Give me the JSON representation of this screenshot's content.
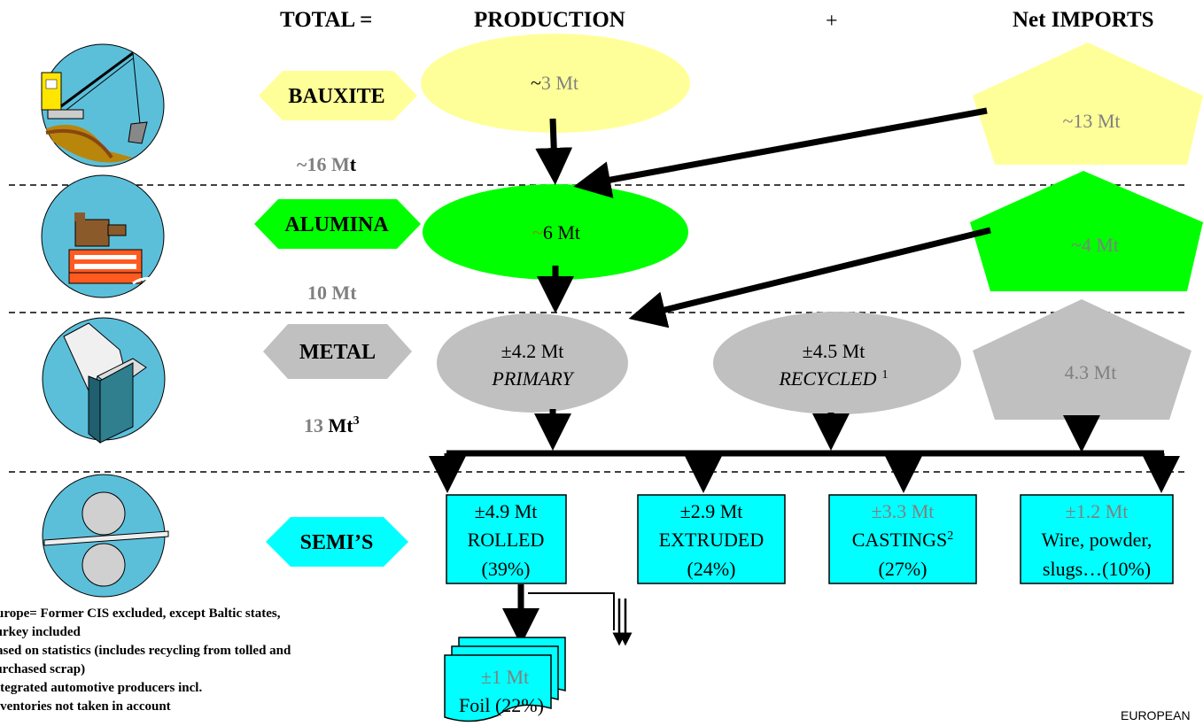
{
  "header": {
    "total": "TOTAL =",
    "production": "PRODUCTION",
    "plus": "+",
    "net_imports": "Net IMPORTS"
  },
  "stages": {
    "bauxite": {
      "label": "BAUXITE",
      "total_prefix": "~16 M",
      "total_suffix": "t",
      "production_tilde": "~",
      "production_value": "3 Mt",
      "imports": "~13 Mt"
    },
    "alumina": {
      "label": "ALUMINA",
      "total": "10 Mt",
      "production_tilde": "~",
      "production_value": "6 Mt",
      "imports": "~4 Mt"
    },
    "metal": {
      "label": "METAL",
      "total_number": "13 ",
      "total_unit": "Mt",
      "total_sup": "3",
      "primary_value": "±4.2 Mt",
      "primary_label": "PRIMARY",
      "recycled_value": "±4.5 Mt",
      "recycled_label": "RECYCLED",
      "recycled_sup": "1",
      "imports": "4.3 Mt"
    },
    "semis": {
      "label": "SEMI’S",
      "rolled": {
        "value": "±4.9 Mt",
        "name": "ROLLED",
        "share": "(39%)"
      },
      "extruded": {
        "value": "±2.9 Mt",
        "name": "EXTRUDED",
        "share": "(24%)"
      },
      "castings": {
        "value": "±3.3 Mt",
        "name": "CASTINGS",
        "sup": "2",
        "share": "(27%)"
      },
      "wire": {
        "value": "±1.2 Mt",
        "line1": "Wire, powder,",
        "line2": "slugs…(10%)"
      },
      "foil": {
        "value": "±1 Mt",
        "label": "Foil (22%)"
      }
    }
  },
  "icons": [
    "crane-icon",
    "refinery-icon",
    "ingot-icon",
    "rolling-mill-icon"
  ],
  "notes": [
    "Europe= Former CIS excluded, except Baltic states,",
    "Turkey included",
    "Based on statistics (includes recycling from tolled and",
    "purchased scrap)",
    "Integrated automotive producers incl.",
    "Inventories not taken in account"
  ],
  "footer": "EUROPEAN",
  "colors": {
    "bauxite": "#ffff99",
    "alumina": "#00ff00",
    "metal": "#c0c0c0",
    "semis": "#00ffff",
    "icon_bg": "#5bbfda",
    "value_gray": "#808080"
  }
}
